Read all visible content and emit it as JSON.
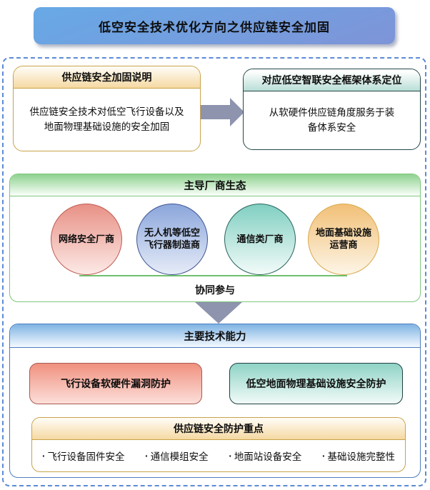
{
  "title": "低空安全技术优化方向之供应链安全加固",
  "colors": {
    "title_blue_top": "#67a9e6",
    "title_blue_bottom": "#7e94d8",
    "dashed_border_blue": "#5c8bd6",
    "gold_border": "#c8a24a",
    "gold_header_fill": "#f5d9a2",
    "dark_teal_border": "#254747",
    "teal_header_fill": "#b9ded6",
    "green_border": "#7dc87d",
    "green_header_fill": "#8ed18e",
    "blue_border": "#4e7fbe",
    "blue_header_fill": "#7fb3e3",
    "arrow_gray": "#8e93ae",
    "circle_red": "#e89186",
    "circle_blue": "#8ba6db",
    "circle_teal": "#80cfc1",
    "circle_orange": "#f1c077",
    "cap_red_fill": "#f0917f",
    "cap_teal_fill": "#8fd3c6"
  },
  "row1": {
    "left": {
      "header": "供应链安全加固说明",
      "body": "供应链安全技术对低空飞行设备以及地面物理基础设施的安全加固"
    },
    "right": {
      "header": "对应低空智联安全框架体系定位",
      "body": "从软硬件供应链角度服务于装备体系安全"
    }
  },
  "vendors": {
    "header": "主导厂商生态",
    "circles": [
      {
        "label": "网络安全厂商"
      },
      {
        "label": "无人机等低空飞行器制造商"
      },
      {
        "label": "通信类厂商"
      },
      {
        "label": "地面基础设施运营商"
      }
    ],
    "footer": "协同参与"
  },
  "tech": {
    "header": "主要技术能力",
    "capabilities": [
      "飞行设备软硬件漏洞防护",
      "低空地面物理基础设施安全防护"
    ],
    "keypoints": {
      "header": "供应链安全防护重点",
      "bullet_char": "·",
      "bullets": [
        "飞行设备固件安全",
        "通信模组安全",
        "地面站设备安全",
        "基础设施完整性"
      ]
    }
  }
}
